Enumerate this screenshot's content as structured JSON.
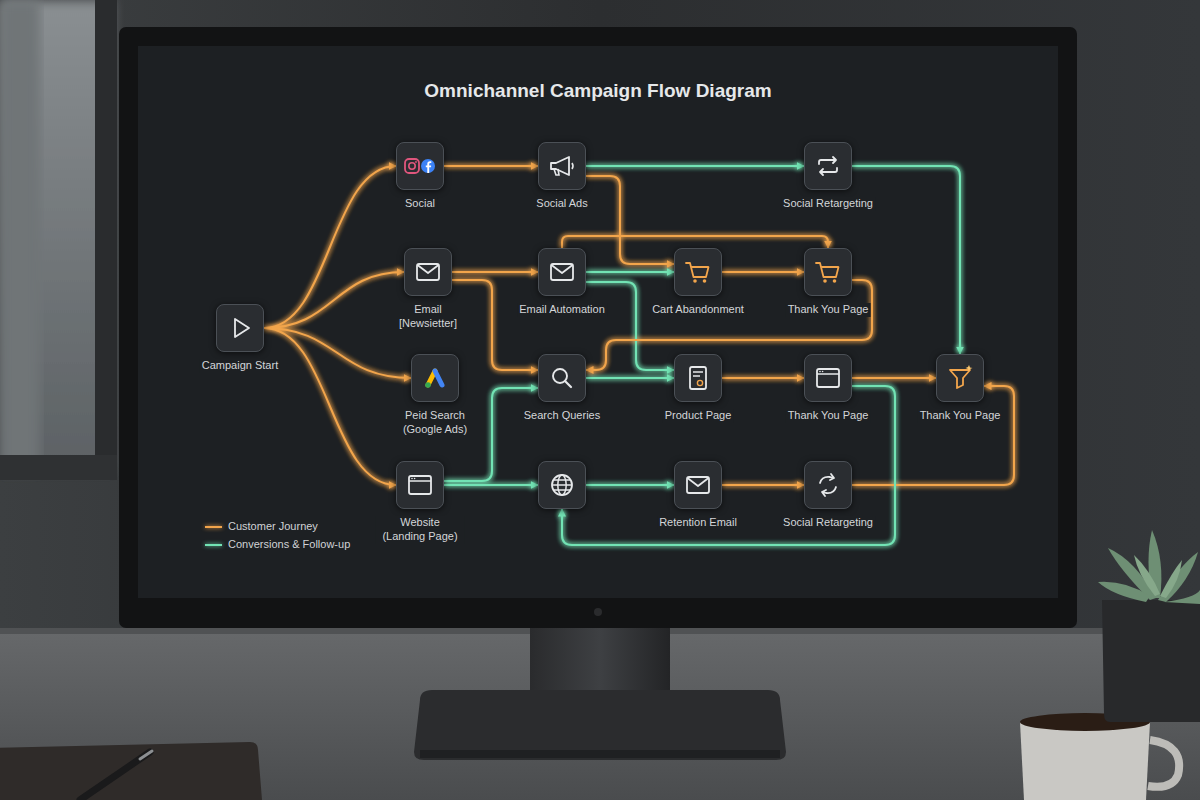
{
  "diagram": {
    "title": "Omnichannel Campaign Flow Diagram",
    "nodes": [
      {
        "text": [
          "Campaign Start"
        ]
      },
      {
        "text": [
          "Social"
        ]
      },
      {
        "text": [
          "Social Ads"
        ]
      },
      {
        "text": [
          "Social Retargeting"
        ]
      },
      {
        "text": [
          "Email [Newsietter]"
        ]
      },
      {
        "text": [
          "Email Automation"
        ]
      },
      {
        "text": [
          "Cart Abandonment"
        ]
      },
      {
        "text": [
          "Thank You Page"
        ]
      },
      {
        "text": [
          "Peid Search (Google Ads)"
        ]
      },
      {
        "text": [
          "Search Queries"
        ]
      },
      {
        "text": [
          "Product Page"
        ]
      },
      {
        "text": [
          "Thank You Page"
        ]
      },
      {
        "text": [
          "Thank You Page"
        ]
      },
      {
        "text": [
          "Website (Landing Page)"
        ]
      },
      {
        "text": []
      },
      {
        "text": [
          "Retention Email"
        ]
      },
      {
        "text": [
          "Social Retargeting"
        ]
      }
    ],
    "edges": [
      {
        "from": 0,
        "to": 1,
        "arrow": "to"
      },
      {
        "from": 0,
        "to": 4,
        "arrow": "to"
      },
      {
        "from": 0,
        "to": 8,
        "arrow": "to"
      },
      {
        "from": 0,
        "to": 13,
        "arrow": "to"
      },
      {
        "from": 1,
        "to": 2,
        "arrow": "to"
      },
      {
        "from": 2,
        "to": 3,
        "arrow": "to"
      },
      {
        "from": 2,
        "to": 6,
        "arrow": "to"
      },
      {
        "from": 3,
        "to": 12,
        "arrow": "to"
      },
      {
        "from": 4,
        "to": 5,
        "arrow": "to"
      },
      {
        "from": 4,
        "to": 9,
        "arrow": "to"
      },
      {
        "from": 5,
        "to": 6,
        "arrow": "to"
      },
      {
        "from": 5,
        "to": 10,
        "arrow": "to"
      },
      {
        "from": 5,
        "to": 7,
        "arrow": "to"
      },
      {
        "from": 6,
        "to": 7,
        "arrow": "to"
      },
      {
        "from": 7,
        "to": 9,
        "arrow": "to"
      },
      {
        "from": 9,
        "to": 10,
        "arrow": "to"
      },
      {
        "from": 10,
        "to": 11,
        "arrow": "to"
      },
      {
        "from": 11,
        "to": 12,
        "arrow": "to"
      },
      {
        "from": 13,
        "to": 9,
        "arrow": "to"
      },
      {
        "from": 13,
        "to": 14,
        "arrow": "to"
      },
      {
        "from": 14,
        "to": 15,
        "arrow": "to"
      },
      {
        "from": 15,
        "to": 16,
        "arrow": "to"
      },
      {
        "from": 16,
        "to": 12,
        "arrow": "to"
      },
      {
        "from": 11,
        "to": 14,
        "arrow": "to"
      }
    ],
    "legend": [
      {
        "text": "Customer Journey"
      },
      {
        "text": "Conversions & Follow-up"
      }
    ]
  }
}
